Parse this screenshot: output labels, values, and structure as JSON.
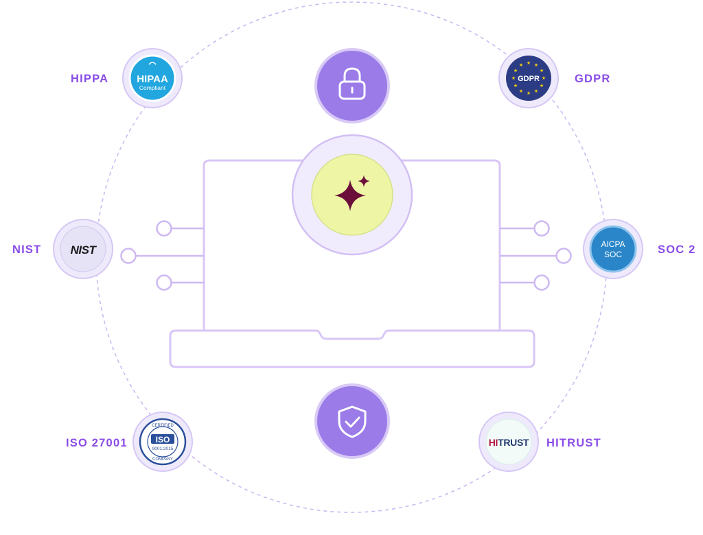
{
  "labels": {
    "hipaa": "HIPPA",
    "gdpr": "GDPR",
    "nist": "NIST",
    "soc2": "SOC 2",
    "iso": "ISO 27001",
    "hitrust": "HITRUST"
  },
  "badges": {
    "hipaa_title": "HIPAA",
    "hipaa_sub": "Compliant",
    "gdpr": "GDPR",
    "nist": "NIST",
    "aicpa_top": "AICPA",
    "aicpa_bottom": "SOC",
    "iso_top": "CERTIFIED",
    "iso_main": "ISO",
    "iso_num": "9001:2015",
    "iso_bottom": "COMPANY",
    "hitrust_hi": "HI",
    "hitrust_rest": "TRUST"
  },
  "icons": {
    "top": "lock-icon",
    "center": "sparkle-icon",
    "bottom": "shield-check-icon"
  },
  "colors": {
    "accent_purple": "#8a4ce6",
    "icon_circle": "#9b7be8",
    "outline": "#cdb8f2",
    "center_glow": "#eef6a6",
    "sparkle": "#6b0f3a",
    "badge_ring_bg": "#eeeafb"
  }
}
